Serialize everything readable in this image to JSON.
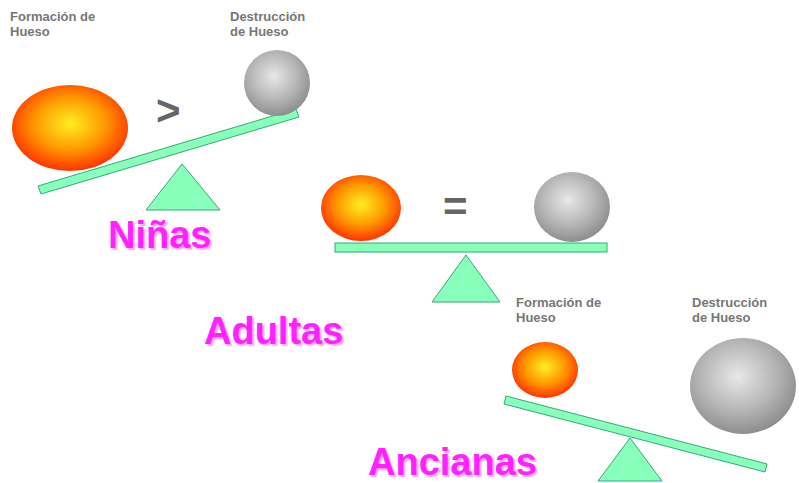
{
  "diagram": {
    "labels": [
      "Formación de Hueso",
      "Destrucción de Hueso",
      ">",
      "Niñas",
      "=",
      "Adultas",
      "Formación de Hueso",
      "Destrucción de Hueso",
      "Ancianas"
    ]
  }
}
